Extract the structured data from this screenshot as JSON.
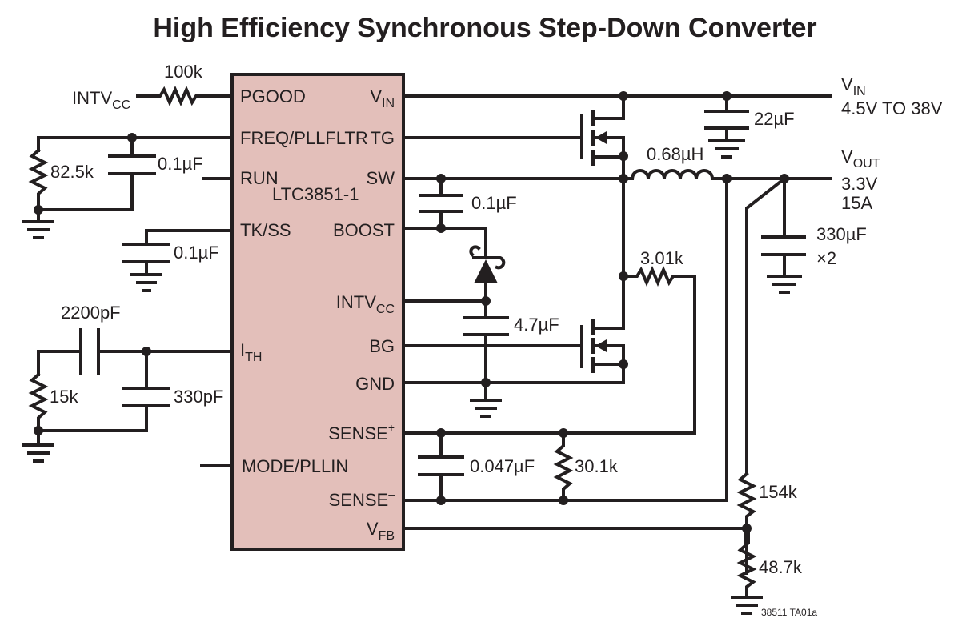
{
  "title": "High Efficiency Synchronous Step-Down Converter",
  "figure_id": "38511 TA01a",
  "colors": {
    "ic_fill": "#e3bfba",
    "wire": "#231f20"
  },
  "ic": {
    "part": "LTC3851-1",
    "pins_left": [
      {
        "name": "PGOOD"
      },
      {
        "name": "FREQ/PLLFLTR"
      },
      {
        "name": "RUN"
      },
      {
        "name": "TK/SS"
      },
      {
        "name": "I",
        "sub": "TH"
      },
      {
        "name": "MODE/PLLIN"
      }
    ],
    "pins_right": [
      {
        "name": "V",
        "sub": "IN"
      },
      {
        "name": "TG"
      },
      {
        "name": "SW"
      },
      {
        "name": "BOOST"
      },
      {
        "name": "INTV",
        "sub": "CC"
      },
      {
        "name": "BG"
      },
      {
        "name": "GND"
      },
      {
        "name": "SENSE",
        "sup": "+"
      },
      {
        "name": "SENSE",
        "sup": "–"
      },
      {
        "name": "V",
        "sub": "FB"
      }
    ]
  },
  "labels": {
    "intvcc_main": "INTV",
    "intvcc_sub": "CC",
    "r_pgood": "100k",
    "r_freq": "82.5k",
    "c_freq": "0.1µF",
    "c_tkss": "0.1µF",
    "c_ith_series": "2200pF",
    "r_ith": "15k",
    "c_ith_par": "330pF",
    "c_boost": "0.1µF",
    "c_intvcc": "4.7µF",
    "c_sense": "0.047µF",
    "r_sense": "30.1k",
    "r_sense_sw": "3.01k",
    "inductor": "0.68µH",
    "c_in": "22µF",
    "c_out": "330µF",
    "c_out_qty": "×2",
    "r_fb_top": "154k",
    "r_fb_bot": "48.7k",
    "vin_main": "V",
    "vin_sub": "IN",
    "vin_range": "4.5V TO 38V",
    "vout_main": "V",
    "vout_sub": "OUT",
    "vout_value": "3.3V",
    "vout_current": "15A"
  }
}
